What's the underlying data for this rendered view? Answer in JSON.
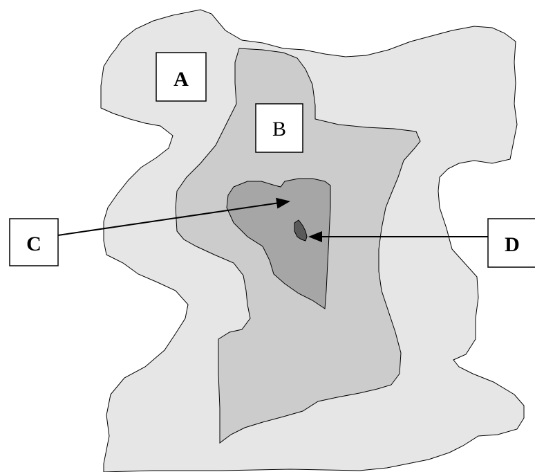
{
  "diagram": {
    "regions": [
      {
        "id": "A",
        "label": "A",
        "fill": "#e6e6e6"
      },
      {
        "id": "B",
        "label": "B",
        "fill": "#cccccc"
      },
      {
        "id": "C",
        "label": "C",
        "fill": "#a6a6a6"
      },
      {
        "id": "D",
        "label": "D",
        "fill": "#5a5a5a"
      }
    ],
    "outline_color": "#000000",
    "arrow_color": "#000000"
  }
}
